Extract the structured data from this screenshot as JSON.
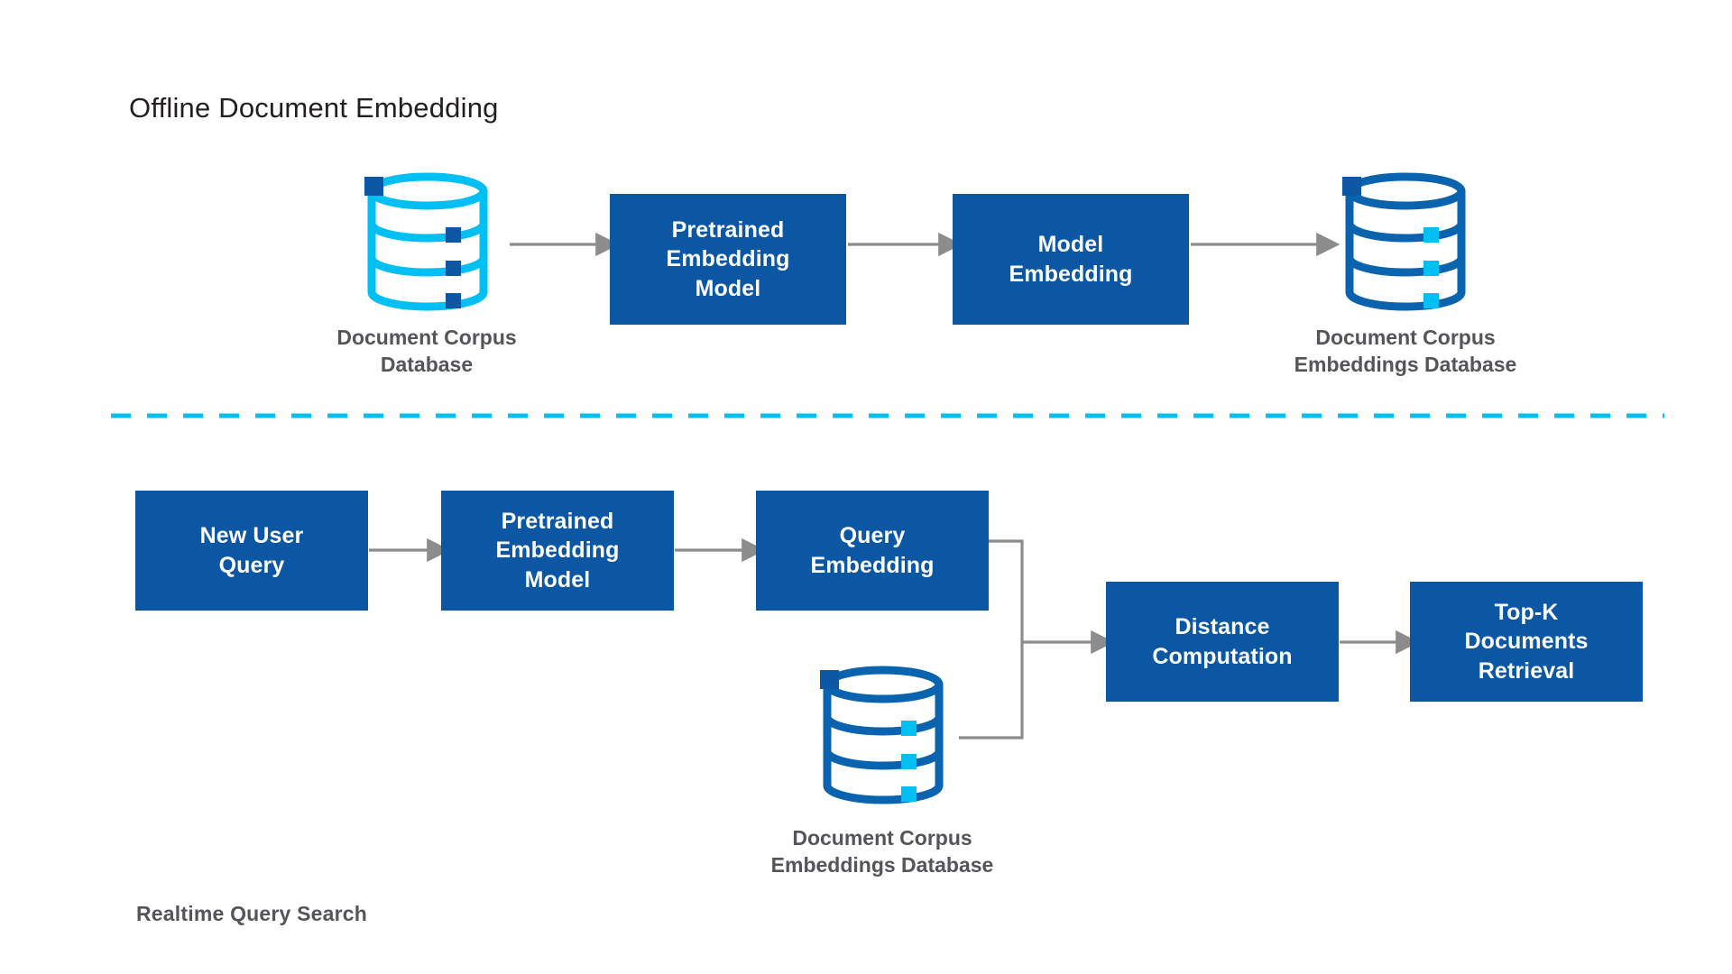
{
  "diagram": {
    "type": "flow-diagram",
    "title_top": "Offline Document Embedding",
    "title_bottom": "Realtime Query Search",
    "colors": {
      "box_fill": "#0B57A4",
      "box_text": "#FFFFFF",
      "caption_text": "#555559",
      "title_text": "#231F20",
      "arrow": "#8C8C8C",
      "db_cyan": "#00C0F3",
      "db_blue": "#0A63AE",
      "divider": "#00C0F3",
      "background": "#FFFFFF"
    },
    "divider": {
      "style": "dashed",
      "color": "#00C0F3",
      "label": "section-divider"
    }
  },
  "top_row": {
    "label": "offline-document-embedding-pipeline",
    "nodes": [
      {
        "id": "document-corpus-database",
        "kind": "database-icon",
        "variant": "cyan",
        "caption": "Document Corpus\nDatabase"
      },
      {
        "id": "pretrained-embedding-model",
        "kind": "process-box",
        "label": "Pretrained\nEmbedding\nModel"
      },
      {
        "id": "model-embedding",
        "kind": "process-box",
        "label": "Model\nEmbedding"
      },
      {
        "id": "document-corpus-embeddings-database",
        "kind": "database-icon",
        "variant": "blue",
        "caption": "Document Corpus\nEmbeddings Database"
      }
    ],
    "edges": [
      {
        "from": "document-corpus-database",
        "to": "pretrained-embedding-model"
      },
      {
        "from": "pretrained-embedding-model",
        "to": "model-embedding"
      },
      {
        "from": "model-embedding",
        "to": "document-corpus-embeddings-database"
      }
    ]
  },
  "bottom_row": {
    "label": "realtime-query-search-pipeline",
    "nodes": [
      {
        "id": "new-user-query",
        "kind": "process-box",
        "label": "New User\nQuery"
      },
      {
        "id": "pretrained-embedding-model-query",
        "kind": "process-box",
        "label": "Pretrained\nEmbedding\nModel"
      },
      {
        "id": "query-embedding",
        "kind": "process-box",
        "label": "Query\nEmbedding"
      },
      {
        "id": "document-corpus-embeddings-database-query",
        "kind": "database-icon",
        "variant": "blue",
        "caption": "Document Corpus\nEmbeddings Database"
      },
      {
        "id": "distance-computation",
        "kind": "process-box",
        "label": "Distance\nComputation"
      },
      {
        "id": "top-k-documents-retrieval",
        "kind": "process-box",
        "label": "Top-K\nDocuments\nRetrieval"
      }
    ],
    "edges": [
      {
        "from": "new-user-query",
        "to": "pretrained-embedding-model-query"
      },
      {
        "from": "pretrained-embedding-model-query",
        "to": "query-embedding"
      },
      {
        "from": "query-embedding",
        "to": "distance-computation",
        "route": "elbow-merge"
      },
      {
        "from": "document-corpus-embeddings-database-query",
        "to": "distance-computation",
        "route": "elbow-merge"
      },
      {
        "from": "distance-computation",
        "to": "top-k-documents-retrieval"
      }
    ]
  }
}
